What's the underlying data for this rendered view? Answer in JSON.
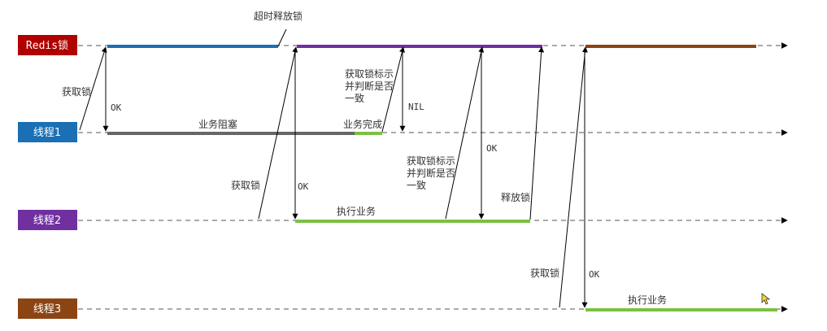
{
  "lanes": {
    "redis": {
      "label": "Redis锁",
      "color": "#b00000"
    },
    "thread1": {
      "label": "线程1",
      "color": "#1a6fb5"
    },
    "thread2": {
      "label": "线程2",
      "color": "#7030a0"
    },
    "thread3": {
      "label": "线程3",
      "color": "#8b4513"
    }
  },
  "colors": {
    "lock_thread1": "#1a6fb5",
    "lock_thread2": "#7030a0",
    "lock_thread3": "#8b4513",
    "blocked": "#666666",
    "running": "#7ac143"
  },
  "notes": {
    "timeout_release": "超时释放锁",
    "acquire_lock": "获取锁",
    "ok": "OK",
    "nil": "NIL",
    "business_blocked": "业务阻塞",
    "business_done": "业务完成",
    "check_line1": "获取锁标示",
    "check_line2": "并判断是否",
    "check_line3": "一致",
    "execute_business": "执行业务",
    "release_lock": "释放锁"
  }
}
